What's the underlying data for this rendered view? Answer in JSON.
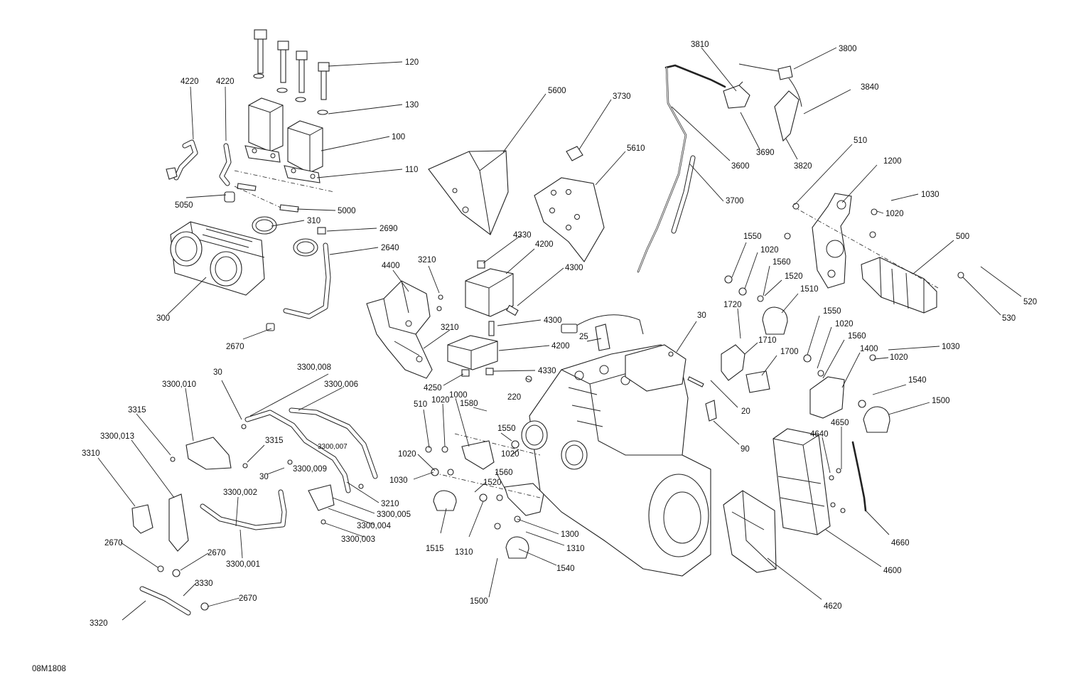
{
  "drawing_code": "08M1808",
  "callouts": [
    {
      "id": "c120",
      "label": "120"
    },
    {
      "id": "c130",
      "label": "130"
    },
    {
      "id": "c100",
      "label": "100"
    },
    {
      "id": "c110",
      "label": "110"
    },
    {
      "id": "c4220a",
      "label": "4220"
    },
    {
      "id": "c4220b",
      "label": "4220"
    },
    {
      "id": "c5050",
      "label": "5050"
    },
    {
      "id": "c5000",
      "label": "5000"
    },
    {
      "id": "c310",
      "label": "310"
    },
    {
      "id": "c2690",
      "label": "2690"
    },
    {
      "id": "c2640",
      "label": "2640"
    },
    {
      "id": "c300",
      "label": "300"
    },
    {
      "id": "c2670a",
      "label": "2670"
    },
    {
      "id": "c5600",
      "label": "5600"
    },
    {
      "id": "c3730",
      "label": "3730"
    },
    {
      "id": "c5610",
      "label": "5610"
    },
    {
      "id": "c4330a",
      "label": "4330"
    },
    {
      "id": "c4200a",
      "label": "4200"
    },
    {
      "id": "c4300a",
      "label": "4300"
    },
    {
      "id": "c3210a",
      "label": "3210"
    },
    {
      "id": "c4400",
      "label": "4400"
    },
    {
      "id": "c4300b",
      "label": "4300"
    },
    {
      "id": "c3210b",
      "label": "3210"
    },
    {
      "id": "c4200b",
      "label": "4200"
    },
    {
      "id": "c4250",
      "label": "4250"
    },
    {
      "id": "c4330b",
      "label": "4330"
    },
    {
      "id": "c220",
      "label": "220"
    },
    {
      "id": "c25",
      "label": "25"
    },
    {
      "id": "c3810",
      "label": "3810"
    },
    {
      "id": "c3800",
      "label": "3800"
    },
    {
      "id": "c3840",
      "label": "3840"
    },
    {
      "id": "c3690",
      "label": "3690"
    },
    {
      "id": "c3820",
      "label": "3820"
    },
    {
      "id": "c3600",
      "label": "3600"
    },
    {
      "id": "c3700",
      "label": "3700"
    },
    {
      "id": "c510a",
      "label": "510"
    },
    {
      "id": "c1200",
      "label": "1200"
    },
    {
      "id": "c1030a",
      "label": "1030"
    },
    {
      "id": "c1020a",
      "label": "1020"
    },
    {
      "id": "c500",
      "label": "500"
    },
    {
      "id": "c520",
      "label": "520"
    },
    {
      "id": "c530",
      "label": "530"
    },
    {
      "id": "c1550a",
      "label": "1550"
    },
    {
      "id": "c1020b",
      "label": "1020"
    },
    {
      "id": "c1560a",
      "label": "1560"
    },
    {
      "id": "c1520a",
      "label": "1520"
    },
    {
      "id": "c1510",
      "label": "1510"
    },
    {
      "id": "c30a",
      "label": "30"
    },
    {
      "id": "c1720",
      "label": "1720"
    },
    {
      "id": "c1710",
      "label": "1710"
    },
    {
      "id": "c1700",
      "label": "1700"
    },
    {
      "id": "c1550b",
      "label": "1550"
    },
    {
      "id": "c1020c",
      "label": "1020"
    },
    {
      "id": "c1560b",
      "label": "1560"
    },
    {
      "id": "c1400",
      "label": "1400"
    },
    {
      "id": "c1020d",
      "label": "1020"
    },
    {
      "id": "c1030b",
      "label": "1030"
    },
    {
      "id": "c1540a",
      "label": "1540"
    },
    {
      "id": "c1500a",
      "label": "1500"
    },
    {
      "id": "c20",
      "label": "20"
    },
    {
      "id": "c90",
      "label": "90"
    },
    {
      "id": "c4640",
      "label": "4640"
    },
    {
      "id": "c4650",
      "label": "4650"
    },
    {
      "id": "c4660",
      "label": "4660"
    },
    {
      "id": "c4600",
      "label": "4600"
    },
    {
      "id": "c4620",
      "label": "4620"
    },
    {
      "id": "c30b",
      "label": "30"
    },
    {
      "id": "c3300_008",
      "label": "3300,008"
    },
    {
      "id": "c3300_010",
      "label": "3300,010"
    },
    {
      "id": "c3300_006",
      "label": "3300,006"
    },
    {
      "id": "c3315a",
      "label": "3315"
    },
    {
      "id": "c3300_013",
      "label": "3300,013"
    },
    {
      "id": "c3315b",
      "label": "3315"
    },
    {
      "id": "c3300_007",
      "label": "3300,007"
    },
    {
      "id": "c3310",
      "label": "3310"
    },
    {
      "id": "c30c",
      "label": "30"
    },
    {
      "id": "c3300_009",
      "label": "3300,009"
    },
    {
      "id": "c3300_002",
      "label": "3300,002"
    },
    {
      "id": "c3210c",
      "label": "3210"
    },
    {
      "id": "c3300_005",
      "label": "3300,005"
    },
    {
      "id": "c3300_004",
      "label": "3300,004"
    },
    {
      "id": "c3300_003",
      "label": "3300,003"
    },
    {
      "id": "c2670b",
      "label": "2670"
    },
    {
      "id": "c2670c",
      "label": "2670"
    },
    {
      "id": "c3300_001",
      "label": "3300,001"
    },
    {
      "id": "c3330",
      "label": "3330"
    },
    {
      "id": "c2670d",
      "label": "2670"
    },
    {
      "id": "c3320",
      "label": "3320"
    },
    {
      "id": "c510b",
      "label": "510"
    },
    {
      "id": "c1020e",
      "label": "1020"
    },
    {
      "id": "c1000",
      "label": "1000"
    },
    {
      "id": "c1580",
      "label": "1580"
    },
    {
      "id": "c1020f",
      "label": "1020"
    },
    {
      "id": "c1550c",
      "label": "1550"
    },
    {
      "id": "c1020g",
      "label": "1020"
    },
    {
      "id": "c1030c",
      "label": "1030"
    },
    {
      "id": "c1560c",
      "label": "1560"
    },
    {
      "id": "c1520b",
      "label": "1520"
    },
    {
      "id": "c1515",
      "label": "1515"
    },
    {
      "id": "c1310a",
      "label": "1310"
    },
    {
      "id": "c1300",
      "label": "1300"
    },
    {
      "id": "c1310b",
      "label": "1310"
    },
    {
      "id": "c1540b",
      "label": "1540"
    },
    {
      "id": "c1500b",
      "label": "1500"
    }
  ]
}
